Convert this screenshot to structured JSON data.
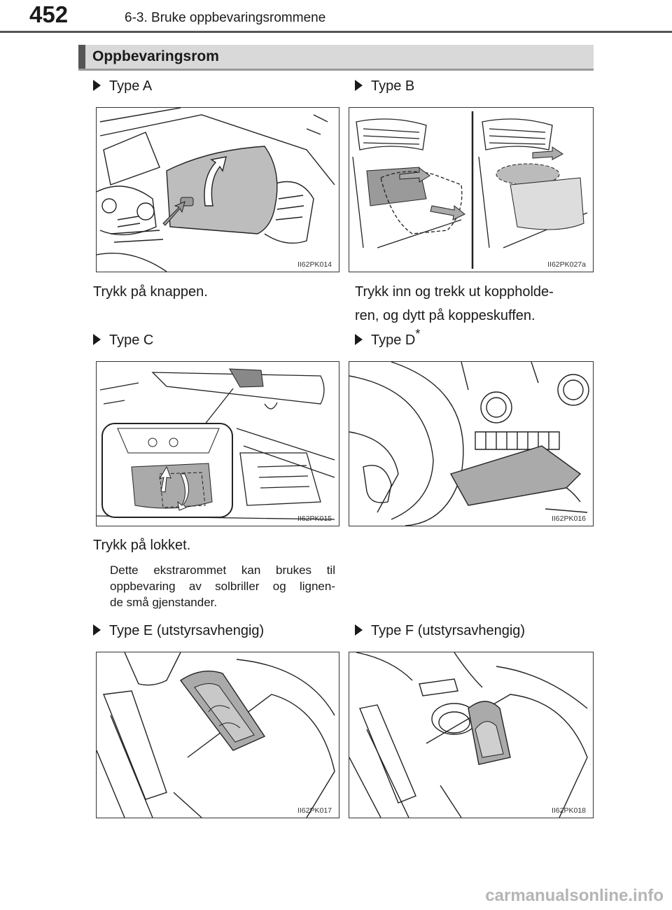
{
  "header": {
    "page_number": "452",
    "chapter_title": "6-3. Bruke oppbevaringsrommene"
  },
  "section": {
    "title": "Oppbevaringsrom"
  },
  "items": {
    "a": {
      "type_label": "Type A",
      "image_code": "II62PK014",
      "caption": "Trykk på knappen."
    },
    "b": {
      "type_label": "Type B",
      "image_code": "II62PK027a",
      "caption": "Trykk inn og trekk ut koppholde-ren, og dytt på koppeskuffen."
    },
    "c": {
      "type_label": "Type C",
      "image_code": "II62PK015",
      "caption": "Trykk på lokket.",
      "note": "Dette ekstrarommet kan brukes til oppbevaring av solbriller og lignen-de små gjenstander."
    },
    "d": {
      "type_label": "Type D",
      "superscript": "*",
      "image_code": "II62PK016"
    },
    "e": {
      "type_label": "Type E (utstyrsavhengig)",
      "image_code": "II62PK017"
    },
    "f": {
      "type_label": "Type F (utstyrsavhengig)",
      "image_code": "II62PK018"
    }
  },
  "caption_b_lines": [
    "Trykk inn og trekk ut koppholde-",
    "ren, og dytt på koppeskuffen."
  ],
  "note_c_lines": [
    "Dette ekstrarommet kan brukes til",
    "oppbevaring av solbriller og lignen-",
    "de små gjenstander."
  ],
  "footer": {
    "watermark": "carmanualsonline.info"
  }
}
